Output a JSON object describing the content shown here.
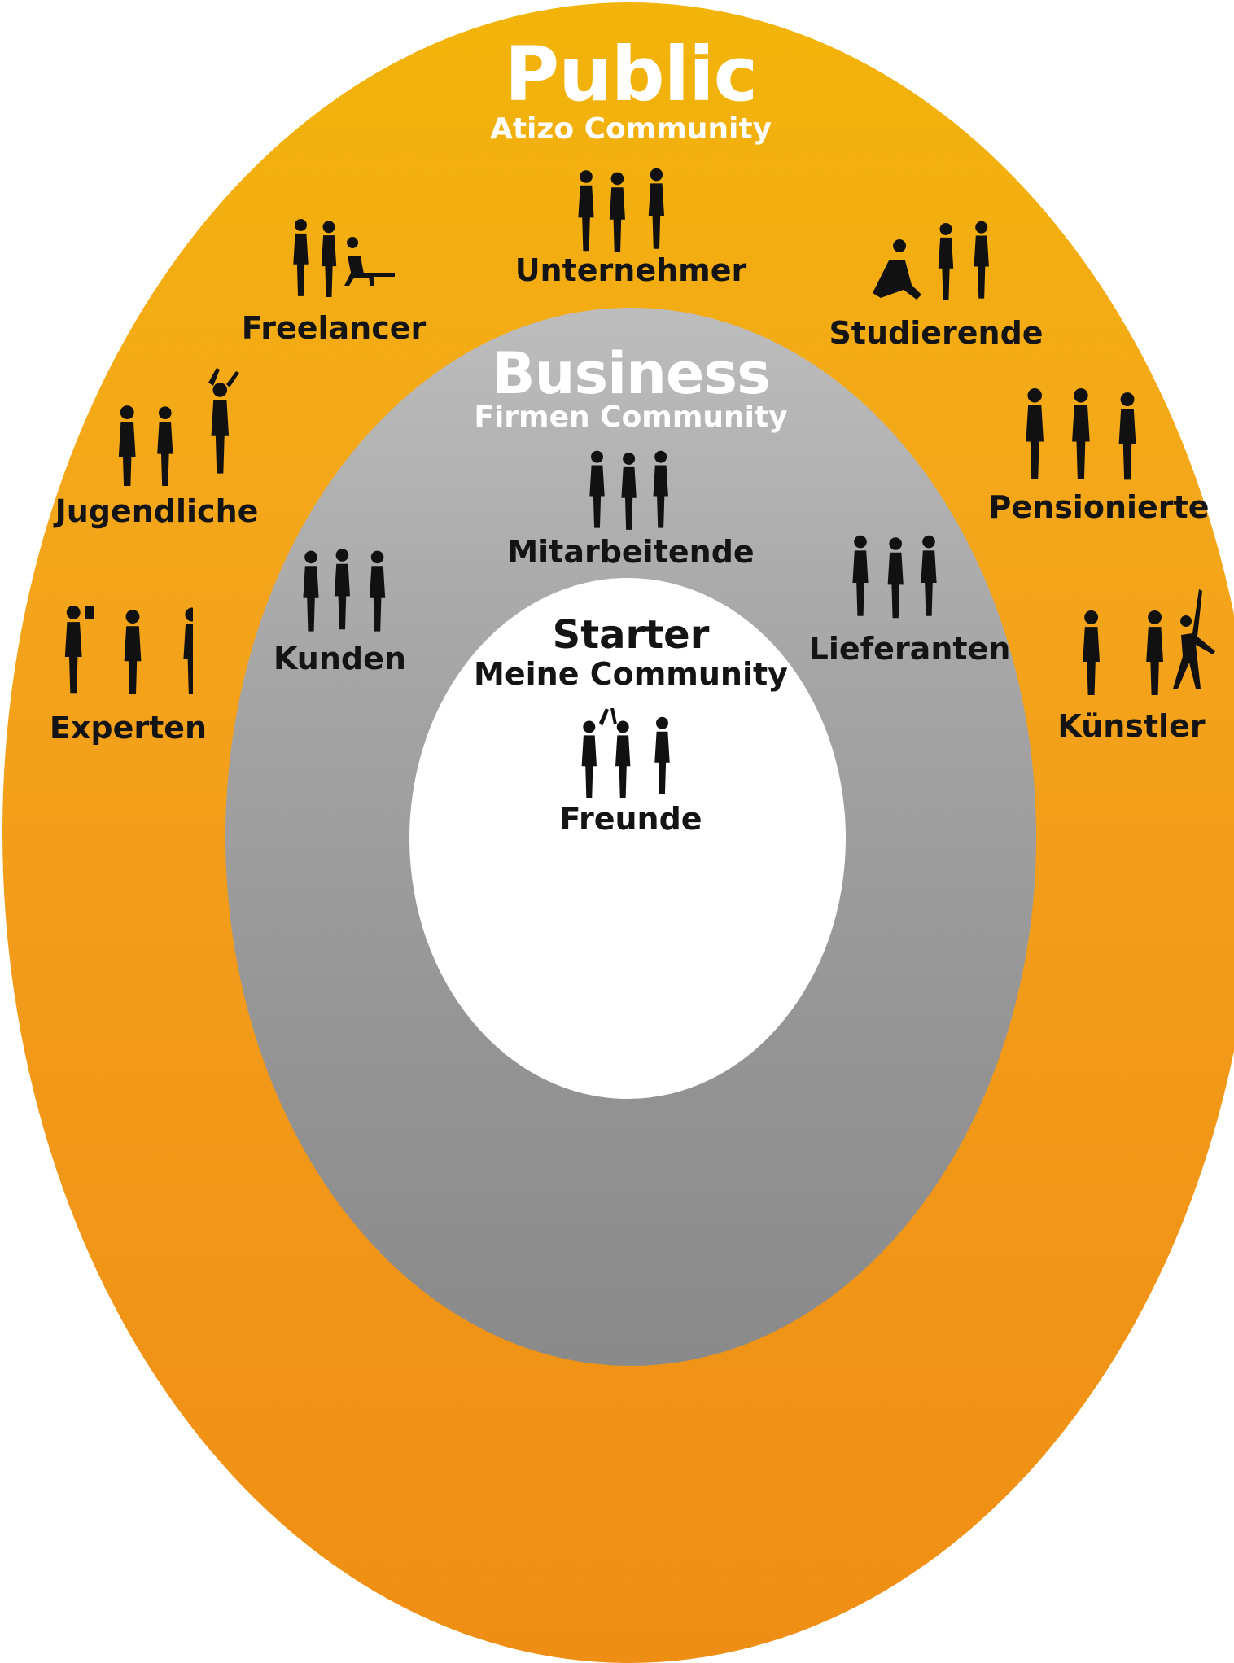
{
  "rings": {
    "public": {
      "title": "Public",
      "subtitle": "Atizo Community",
      "color": "#f4a11a"
    },
    "business": {
      "title": "Business",
      "subtitle": "Firmen Community",
      "color": "#a0a0a0"
    },
    "starter": {
      "title": "Starter",
      "subtitle": "Meine Community",
      "color": "#ffffff"
    }
  },
  "public_groups": {
    "unternehmer": "Unternehmer",
    "freelancer": "Freelancer",
    "studierende": "Studierende",
    "jugendliche": "Jugendliche",
    "pensionierte": "Pensionierte",
    "experten": "Experten",
    "kuenstler": "Künstler"
  },
  "business_groups": {
    "mitarbeitende": "Mitarbeitende",
    "kunden": "Kunden",
    "lieferanten": "Lieferanten"
  },
  "starter_groups": {
    "freunde": "Freunde"
  },
  "icons": [
    "people-group-icon"
  ]
}
